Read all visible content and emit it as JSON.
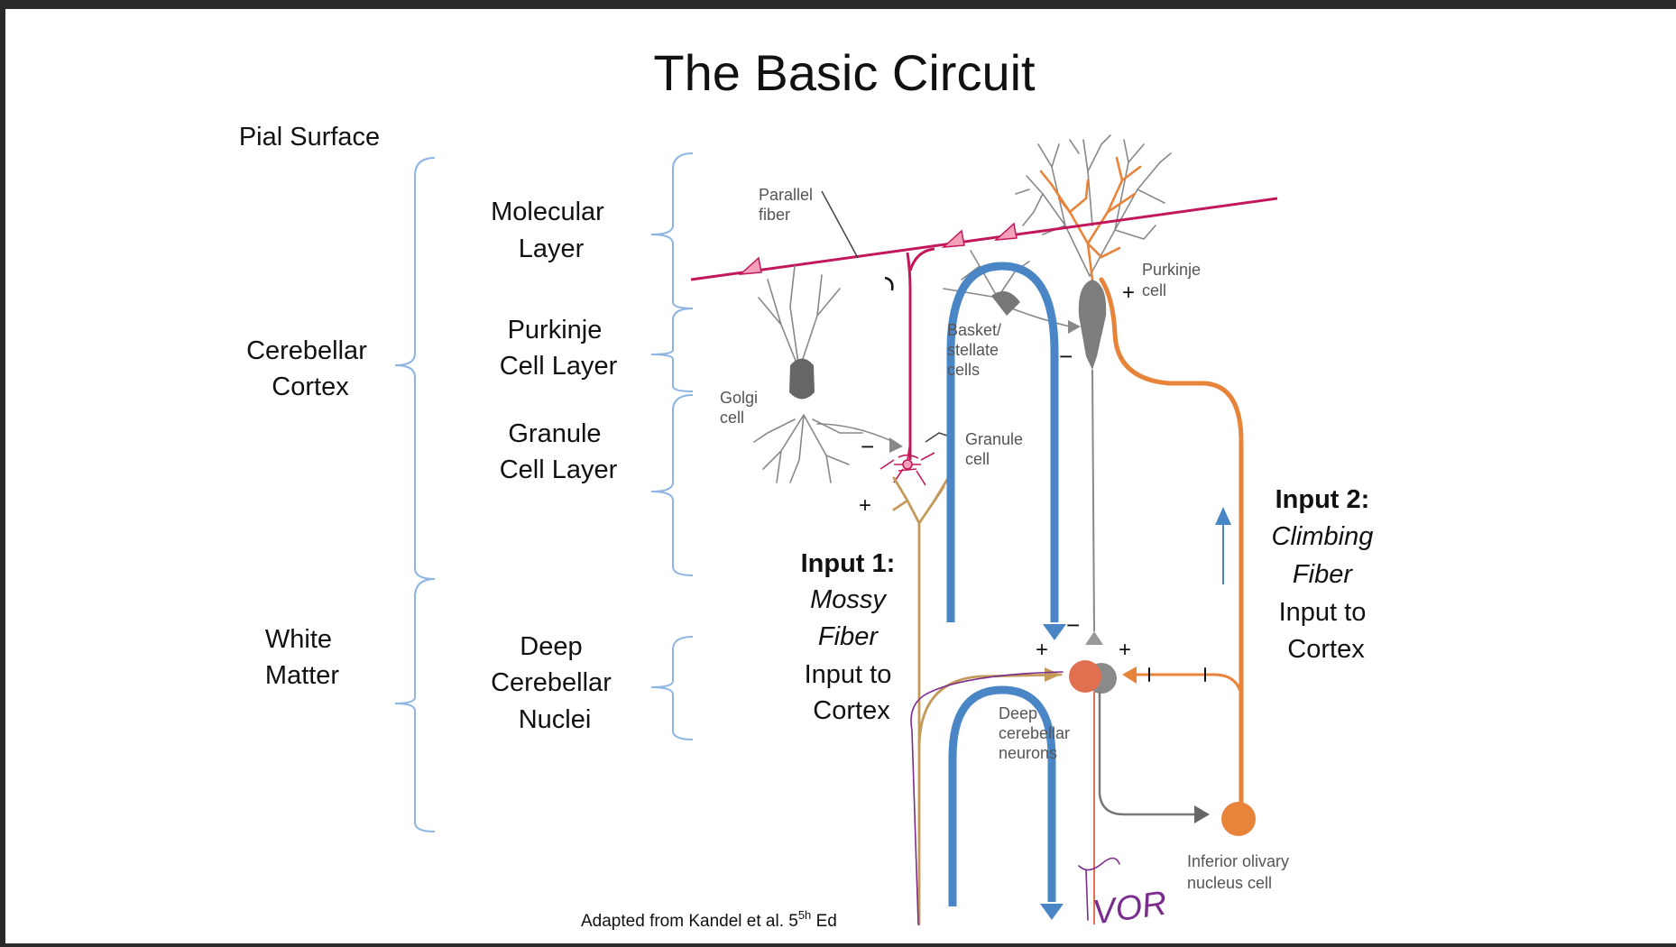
{
  "title": "The Basic Circuit",
  "left_labels": {
    "pial_surface": "Pial Surface",
    "cerebellar_cortex": [
      "Cerebellar",
      "Cortex"
    ],
    "white_matter": [
      "White",
      "Matter"
    ],
    "molecular_layer": [
      "Molecular",
      "Layer"
    ],
    "purkinje_cell_layer": [
      "Purkinje",
      "Cell  Layer"
    ],
    "granule_cell_layer": [
      "Granule",
      "Cell  Layer"
    ],
    "deep_cerebellar_nuclei": [
      "Deep",
      "Cerebellar",
      "Nuclei"
    ]
  },
  "cell_labels": {
    "parallel_fiber": [
      "Parallel",
      "fiber"
    ],
    "purkinje_cell": [
      "Purkinje",
      "cell"
    ],
    "basket_stellate": [
      "Basket/",
      "stellate",
      "cells"
    ],
    "golgi_cell": [
      "Golgi",
      "cell"
    ],
    "granule_cell": [
      "Granule",
      "cell"
    ],
    "deep_neurons": [
      "Deep",
      "cerebellar",
      "neurons"
    ],
    "inferior_olivary": [
      "Inferior olivary",
      "nucleus cell"
    ]
  },
  "input1": {
    "heading": "Input 1:",
    "fiber": [
      "Mossy",
      "Fiber"
    ],
    "rest": [
      "Input to",
      "Cortex"
    ]
  },
  "input2": {
    "heading": "Input 2:",
    "fiber": [
      "Climbing",
      "Fiber"
    ],
    "rest": [
      "Input to",
      "Cortex"
    ]
  },
  "signs": {
    "plus": "+",
    "minus": "−"
  },
  "handwriting": "VOR",
  "citation": {
    "main": "Adapted from Kandel et al. 5",
    "sup": "5h",
    "suffix": " Ed"
  },
  "colors": {
    "bracket": "#8db4e2",
    "parallel_fiber": "#c2185b",
    "purkinje": "#e8833a",
    "gray_cell": "#777777",
    "mossy": "#c49a5a",
    "arrow": "#4a86c5",
    "handwriting": "#7b2d8e"
  }
}
